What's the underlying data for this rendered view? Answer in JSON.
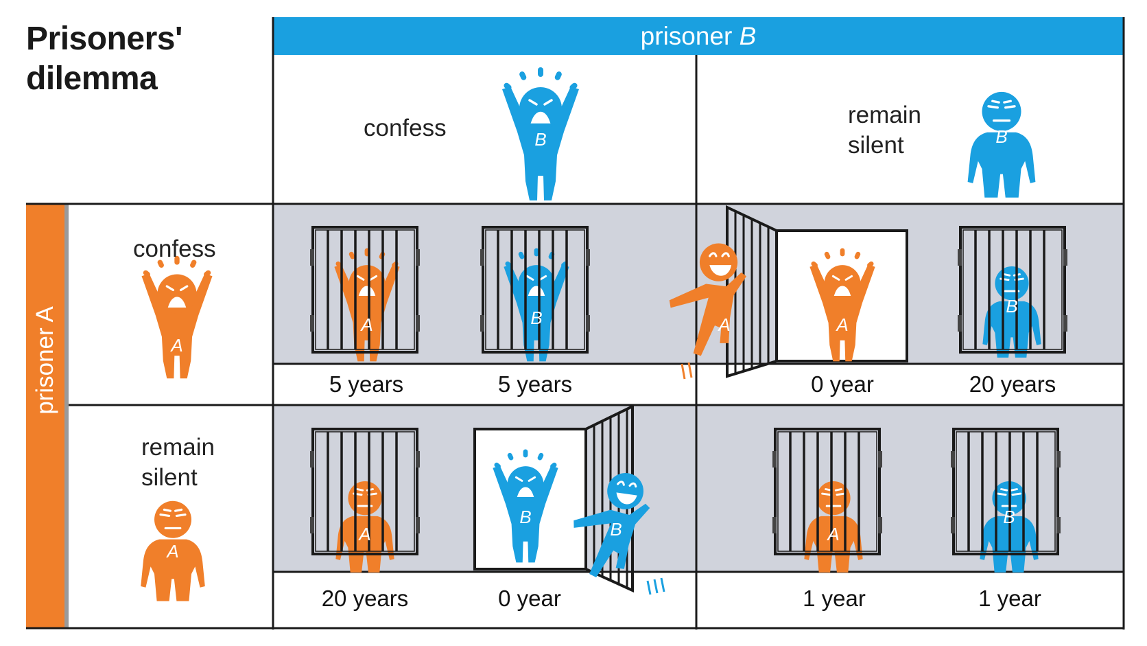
{
  "title_line1": "Prisoners'",
  "title_line2": "dilemma",
  "prisoner_b_header": {
    "prefix": "prisoner ",
    "letter": "B"
  },
  "prisoner_a_header": "prisoner A",
  "columns": [
    {
      "lines": [
        "confess"
      ]
    },
    {
      "lines": [
        "remain",
        "silent"
      ]
    }
  ],
  "rows": [
    {
      "lines": [
        "confess"
      ]
    },
    {
      "lines": [
        "remain",
        "silent"
      ]
    }
  ],
  "figure_letters": {
    "a": "A",
    "b": "B"
  },
  "payoffs": {
    "confess_confess": [
      "5 years",
      "5 years"
    ],
    "confess_silent": [
      "0 year",
      "20 years"
    ],
    "silent_confess": [
      "20 years",
      "0 year"
    ],
    "silent_silent": [
      "1 year",
      "1 year"
    ]
  },
  "colors": {
    "prisoner_a": "#f07f2a",
    "prisoner_b": "#1aa0e0",
    "cell_background": "#d0d3dc",
    "grid_line": "#1a1a1a"
  }
}
